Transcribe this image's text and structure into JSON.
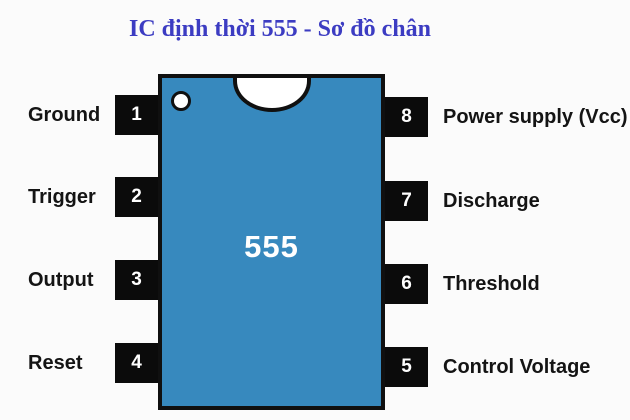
{
  "title": "IC định thời 555 - Sơ đồ chân",
  "chip": {
    "label": "555",
    "body_color": "#3789be",
    "outline_color": "#101010"
  },
  "colors": {
    "title_text": "#3c3cc2",
    "background": "#fbfbfb",
    "pin_fill": "#0b0b0b",
    "pin_number_text": "#ffffff",
    "label_text": "#141414"
  },
  "pins_left": [
    {
      "number": "1",
      "label": "Ground"
    },
    {
      "number": "2",
      "label": "Trigger"
    },
    {
      "number": "3",
      "label": "Output"
    },
    {
      "number": "4",
      "label": "Reset"
    }
  ],
  "pins_right": [
    {
      "number": "8",
      "label": "Power supply (Vcc)"
    },
    {
      "number": "7",
      "label": "Discharge"
    },
    {
      "number": "6",
      "label": "Threshold"
    },
    {
      "number": "5",
      "label": "Control Voltage"
    }
  ]
}
